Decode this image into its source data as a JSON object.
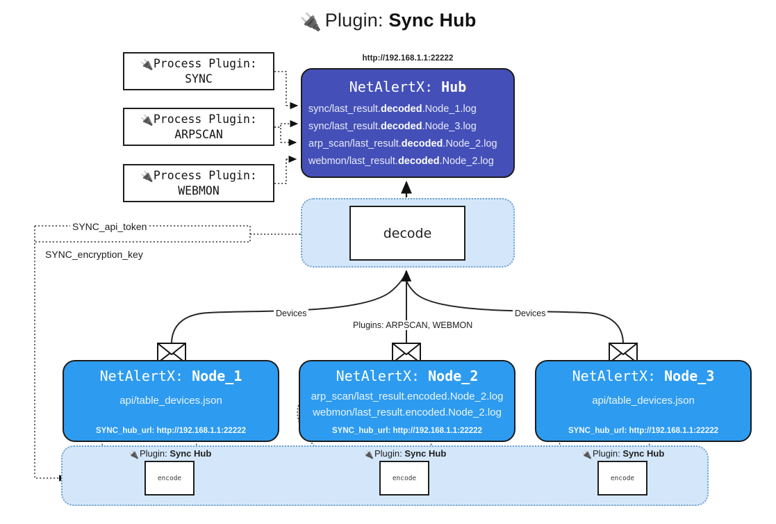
{
  "title": {
    "icon": "electric-plug-icon",
    "prefix": "Plugin:",
    "name": "Sync Hub"
  },
  "colors": {
    "hub_fill": "#4450b8",
    "node_fill": "#2d9bf0",
    "band_fill": "#d4e7fa",
    "band_border": "#6f9fd0",
    "outline": "#1b1b1b",
    "page_bg": "#ffffff"
  },
  "process_plugins": [
    {
      "icon": "electric-plug-icon",
      "line1": "Process Plugin:",
      "line2": "SYNC"
    },
    {
      "icon": "electric-plug-icon",
      "line1": "Process Plugin:",
      "line2": "ARPSCAN"
    },
    {
      "icon": "electric-plug-icon",
      "line1": "Process Plugin:",
      "line2": "WEBMON"
    }
  ],
  "hub": {
    "url": "http://192.168.1.1:22222",
    "title_prefix": "NetAlertX:",
    "title_name": "Hub",
    "files": [
      {
        "pre": "sync/last_result.",
        "mid": "decoded",
        "post": ".Node_1.log"
      },
      {
        "pre": "sync/last_result.",
        "mid": "decoded",
        "post": ".Node_3.log"
      },
      {
        "pre": "arp_scan/last_result.",
        "mid": "decoded",
        "post": ".Node_2.log"
      },
      {
        "pre": "webmon/last_result.",
        "mid": "decoded",
        "post": ".Node_2.log"
      }
    ]
  },
  "decode": {
    "label": "decode"
  },
  "edge_labels": {
    "api_token": "SYNC_api_token",
    "encryption_key": "SYNC_encryption_key",
    "devices_left": "Devices",
    "devices_right": "Devices",
    "plugins_center": "Plugins: ARPSCAN, WEBMON"
  },
  "nodes": [
    {
      "title_prefix": "NetAlertX:",
      "title_name": "Node_1",
      "lines": [
        "api/table_devices.json"
      ],
      "footer": "SYNC_hub_url: http://192.168.1.1:22222",
      "mail_icon": "envelope-icon"
    },
    {
      "title_prefix": "NetAlertX:",
      "title_name": "Node_2",
      "lines": [
        "arp_scan/last_result.encoded.Node_2.log",
        "webmon/last_result.encoded.Node_2.log"
      ],
      "footer": "SYNC_hub_url: http://192.168.1.1:22222",
      "mail_icon": "envelope-icon"
    },
    {
      "title_prefix": "NetAlertX:",
      "title_name": "Node_3",
      "lines": [
        "api/table_devices.json"
      ],
      "footer": "SYNC_hub_url: http://192.168.1.1:22222",
      "mail_icon": "envelope-icon"
    }
  ],
  "plugin_labels": [
    {
      "icon": "electric-plug-icon",
      "prefix": "Plugin:",
      "name": "Sync Hub"
    },
    {
      "icon": "electric-plug-icon",
      "prefix": "Plugin:",
      "name": "Sync Hub"
    },
    {
      "icon": "electric-plug-icon",
      "prefix": "Plugin:",
      "name": "Sync Hub"
    }
  ],
  "encode_boxes": [
    {
      "label": "encode"
    },
    {
      "label": "encode"
    },
    {
      "label": "encode"
    }
  ]
}
